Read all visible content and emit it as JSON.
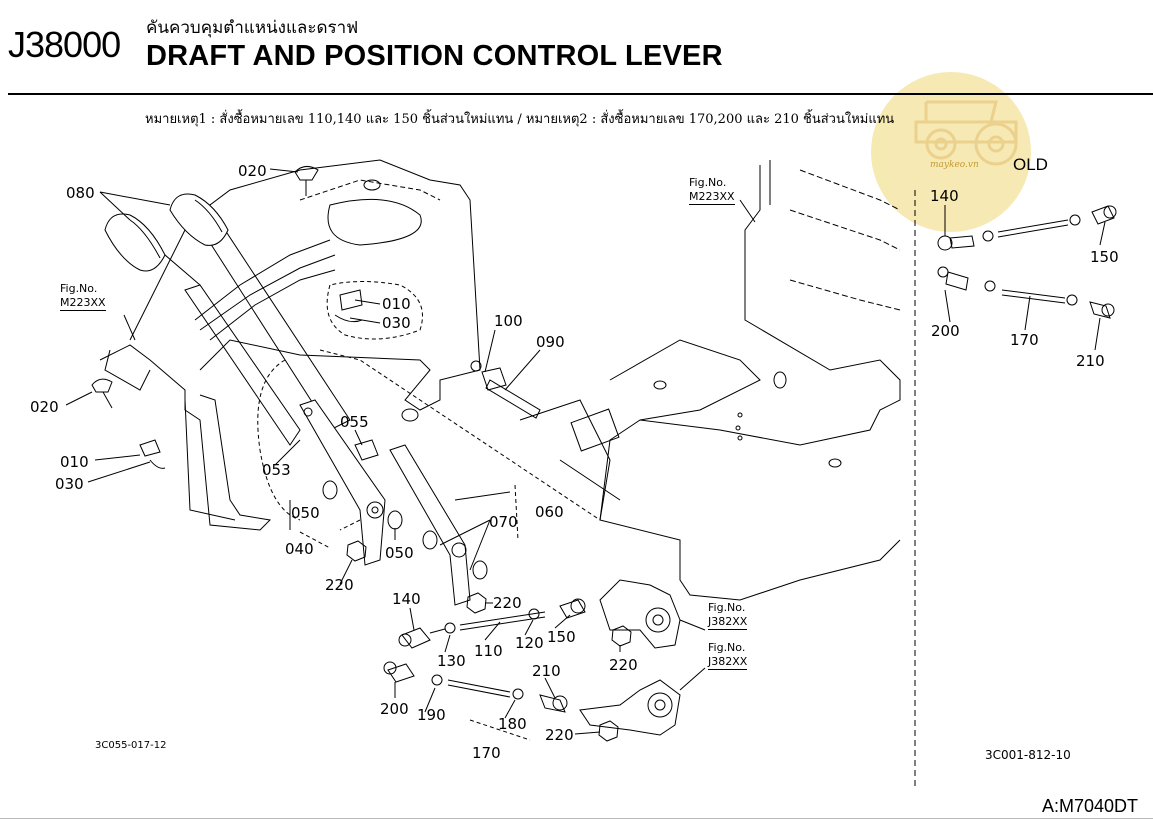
{
  "header": {
    "code": "J38000",
    "title_th": "คันควบคุมตำแหน่งและดราฟ",
    "title_en": "DRAFT AND POSITION CONTROL LEVER",
    "note": "หมายเหตุ1 : สั่งซื้อหมายเลข 110,140 และ 150 ชิ้นส่วนใหม่แทน / หมายเหตุ2 : สั่งซื้อหมายเลข 170,200 และ 210 ชิ้นส่วนใหม่แทน"
  },
  "watermark": {
    "text": "maykeo.vn",
    "color": "#f5e6a6"
  },
  "old_label": "OLD",
  "fig_refs": {
    "fig_label": "Fig.No.",
    "left": "M223XX",
    "right_top": "M223XX",
    "lower1": "J382XX",
    "lower2": "J382XX"
  },
  "drawing_numbers": {
    "main": "3C055-017-12",
    "old": "3C001-812-10"
  },
  "model": "A:M7040DT",
  "callouts": {
    "c020a": "020",
    "c080": "080",
    "c020b": "020",
    "c010a": "010",
    "c030a": "030",
    "c010b": "010",
    "c030b": "030",
    "c100": "100",
    "c090": "090",
    "c055": "055",
    "c053": "053",
    "c050a": "050",
    "c040": "040",
    "c050b": "050",
    "c220a": "220",
    "c070": "070",
    "c060": "060",
    "c220b": "220",
    "c140": "140",
    "c130": "130",
    "c110": "110",
    "c120": "120",
    "c150": "150",
    "c220c": "220",
    "c210": "210",
    "c200": "200",
    "c190": "190",
    "c180": "180",
    "c170": "170",
    "c220d": "220",
    "o140": "140",
    "o150": "150",
    "o200": "200",
    "o170": "170",
    "o210": "210"
  }
}
